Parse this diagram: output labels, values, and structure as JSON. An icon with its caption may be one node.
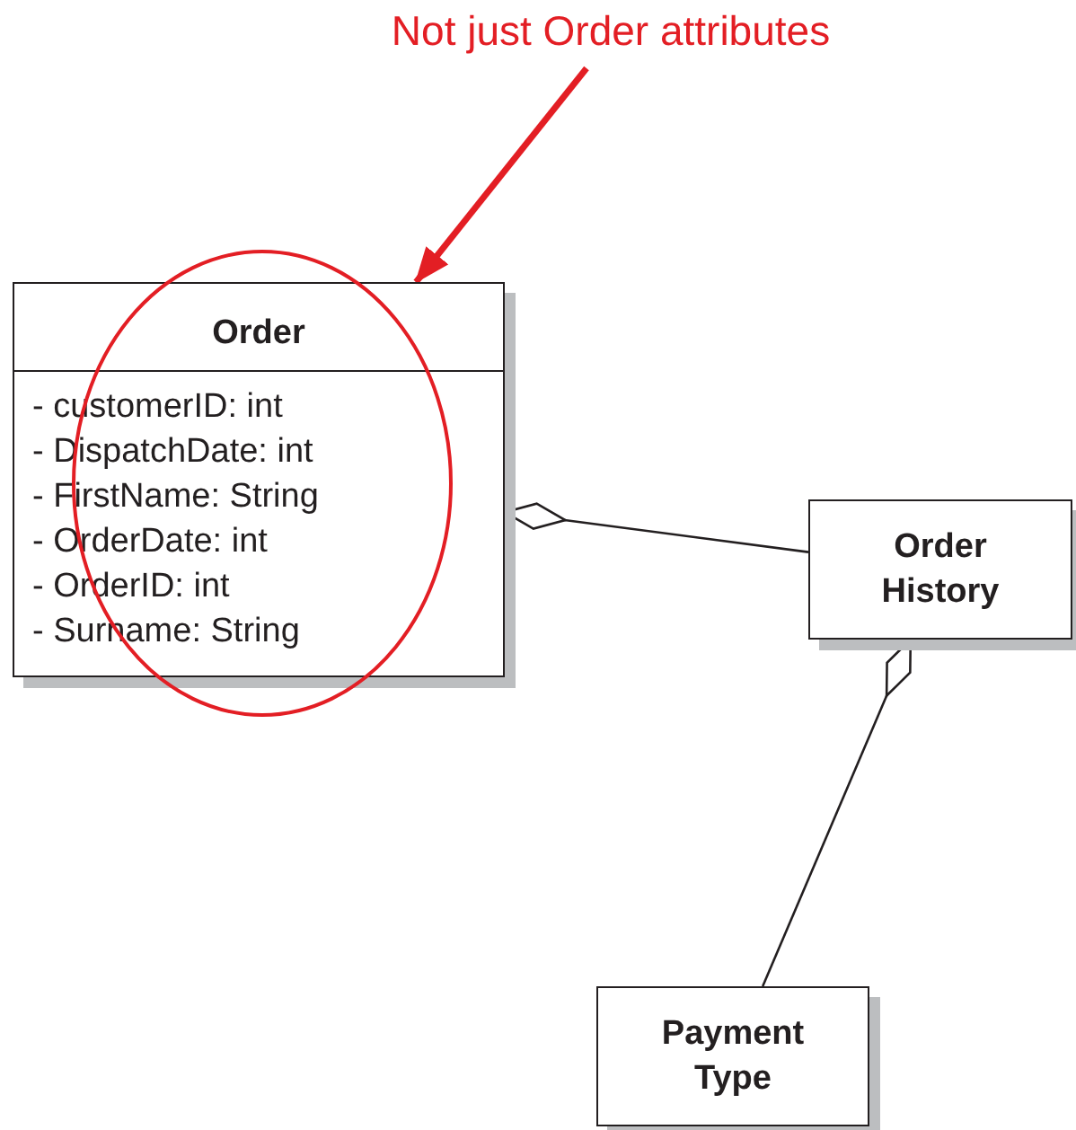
{
  "diagram": {
    "nodes": [
      {
        "text": [
          "Order",
          "- customerID: int",
          "- DispatchDate: int",
          "- FirstName: String",
          "- OrderDate: int",
          "- OrderID: int",
          "- Surname: String"
        ]
      },
      {
        "text": [
          "Order History"
        ]
      },
      {
        "text": [
          "Payment Type"
        ]
      },
      {
        "text": [
          "Not just Order attributes"
        ]
      }
    ],
    "edges": [
      {
        "from": 0,
        "to": 1,
        "arrow": "other"
      },
      {
        "from": 1,
        "to": 2,
        "arrow": "other"
      },
      {
        "from": 3,
        "to": 0,
        "arrow": "to",
        "color": "#e31e24",
        "style": "thick"
      }
    ]
  }
}
